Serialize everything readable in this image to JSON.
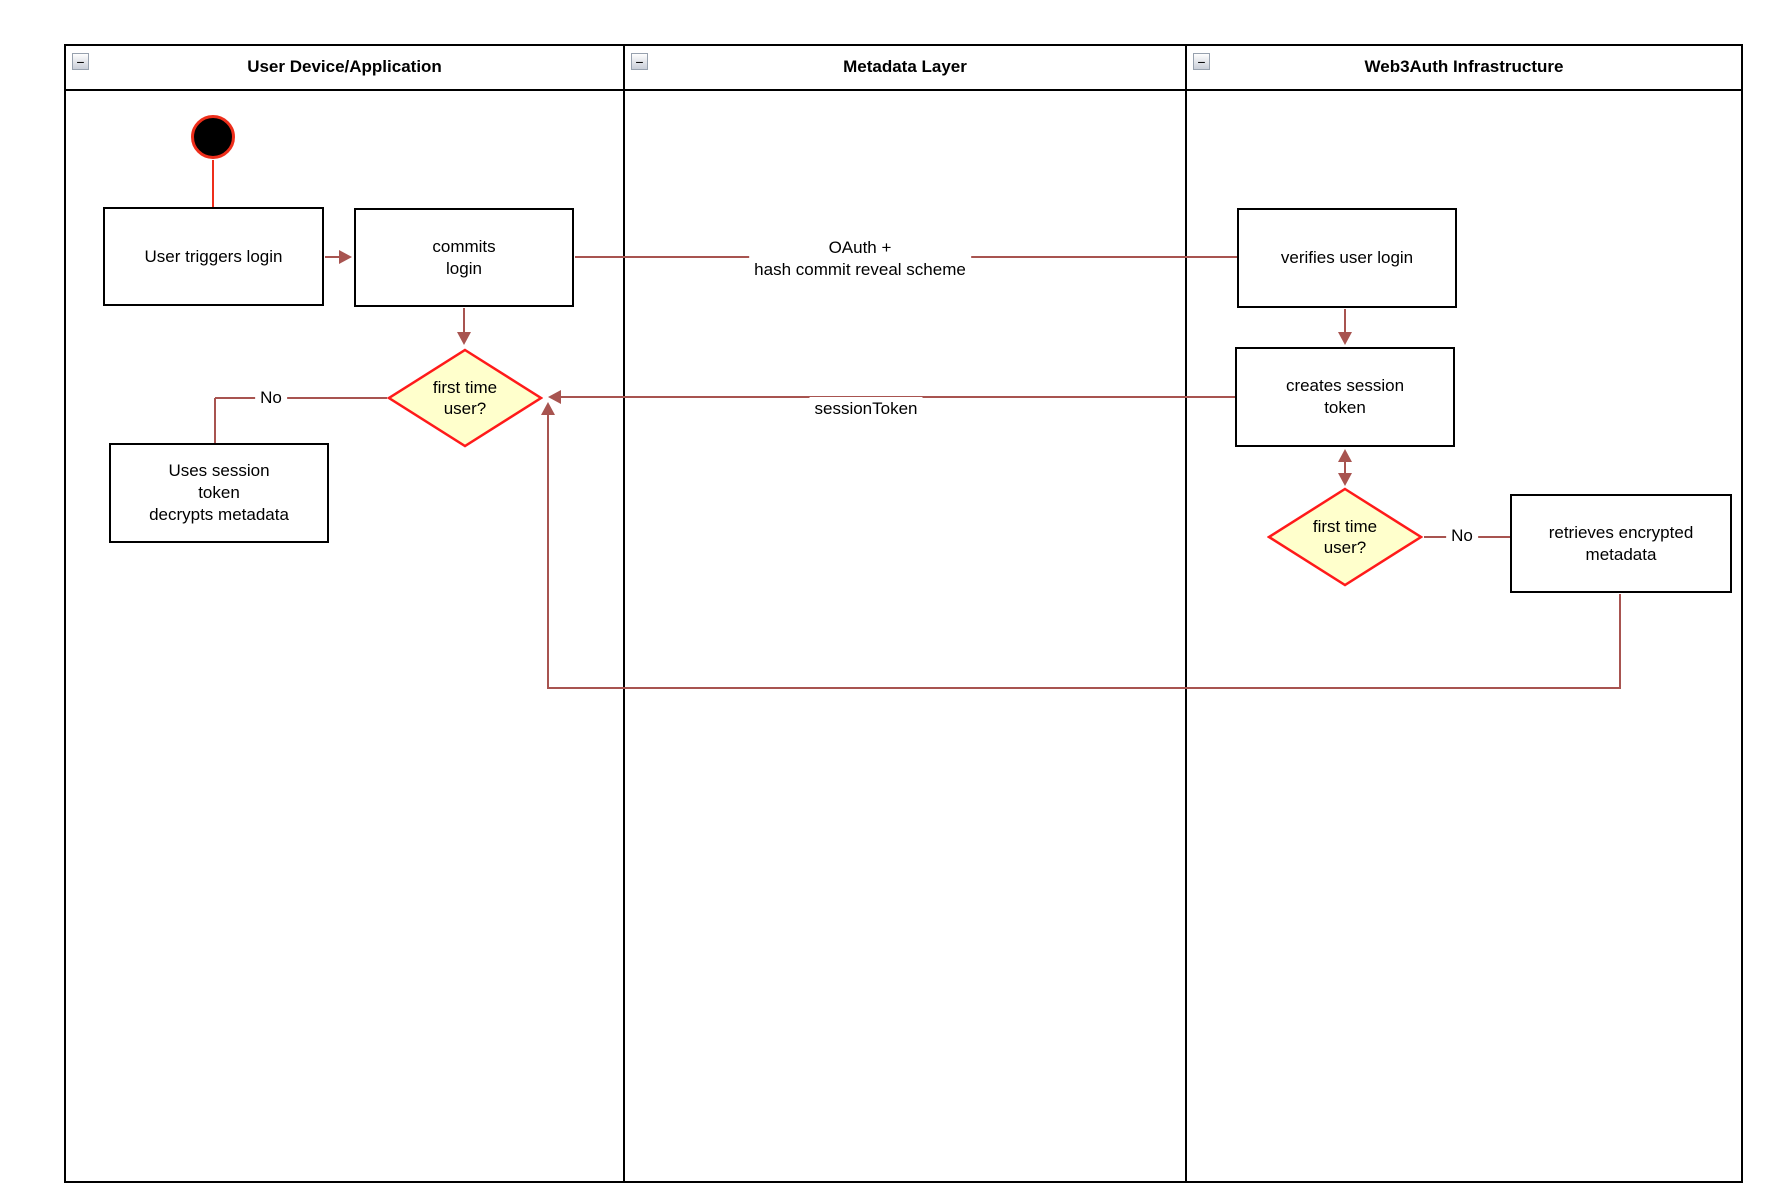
{
  "diagram": {
    "type": "uml-activity-swimlane",
    "collapse_glyph": "−"
  },
  "lanes": [
    {
      "label": "User Device/Application"
    },
    {
      "label": "Metadata Layer"
    },
    {
      "label": "Web3Auth Infrastructure"
    }
  ],
  "nodes": {
    "start": {
      "type": "initial-state"
    },
    "user_triggers_login": {
      "label": "User triggers login"
    },
    "commits_login": {
      "label": "commits\nlogin"
    },
    "first_time_user_left": {
      "label": "first time\nuser?"
    },
    "uses_session_token": {
      "label": "Uses session\ntoken\ndecrypts metadata"
    },
    "verifies_user_login": {
      "label": "verifies user login"
    },
    "creates_session_token": {
      "label": "creates session\ntoken"
    },
    "first_time_user_right": {
      "label": "first time\nuser?"
    },
    "retrieves_encrypted_metadata": {
      "label": "retrieves encrypted\nmetadata"
    }
  },
  "edge_labels": {
    "oauth": "OAuth +\nhash commit reveal scheme",
    "session_token": "sessionToken",
    "no_left": "No",
    "no_right": "No"
  },
  "colors": {
    "connector": "#A85450",
    "decision_border": "#FF1A1A",
    "decision_fill": "#FFFFCC",
    "start_border": "#EE2E1B",
    "start_fill": "#000000",
    "node_border": "#000000",
    "node_fill": "#FFFFFF"
  }
}
